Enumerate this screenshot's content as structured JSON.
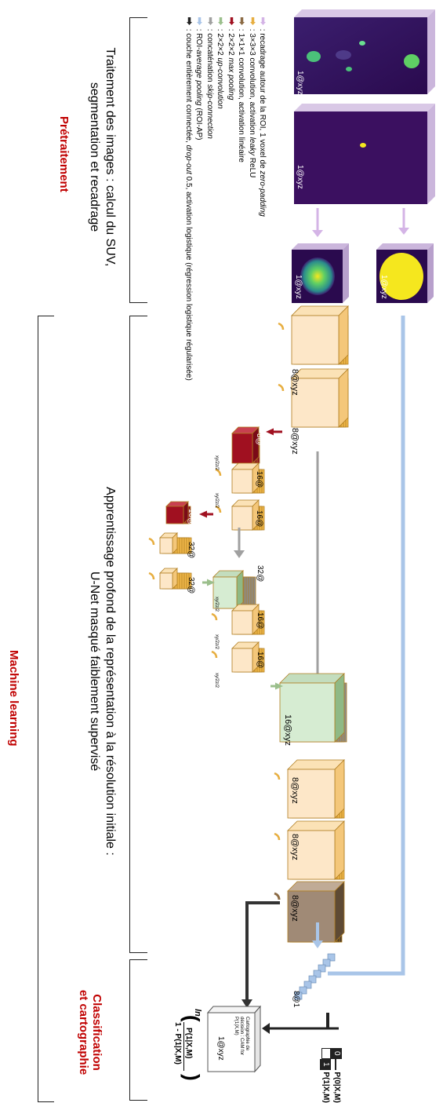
{
  "sections": {
    "pretraitement": {
      "title": "Prétraitement",
      "desc_line1": "Traitement des images : calcul du SUV,",
      "desc_line2": "segmentation et recadrage"
    },
    "machine_learning": {
      "title": "Machine learning",
      "desc_line1": "Apprentissage profond de la représentation à la résolution initiale :",
      "desc_line2": "U-Net masqué faiblement supervisé"
    },
    "classification": {
      "title_line1": "Classification",
      "title_line2": "et cartographie"
    }
  },
  "legend": [
    {
      "prefix": " : recadrage autour de la ROI, 1 voxel de ",
      "em": "zero-padding",
      "suffix": "",
      "color": "#d4b4e6",
      "icon": "arrow-down-icon"
    },
    {
      "prefix": " : 3×3×3 convolution, activation ",
      "em": "leaky",
      "suffix": " ReLU",
      "color": "#e7ae40",
      "icon": "curved-arrow-icon"
    },
    {
      "prefix": " : 1×1×1 convolution, activation linéaire",
      "em": "",
      "suffix": "",
      "color": "#8b6a44",
      "icon": "curved-arrow-icon"
    },
    {
      "prefix": " : 2×2×2 ",
      "em": "max pooling",
      "suffix": "",
      "color": "#a01020",
      "icon": "arrow-down-icon"
    },
    {
      "prefix": " : 2×2×2 ",
      "em": "up-convolution",
      "suffix": "",
      "color": "#9bbf8c",
      "icon": "arrow-up-icon"
    },
    {
      "prefix": " : concaténation ",
      "em": "skip-connection",
      "suffix": "",
      "color": "#a0a0a0",
      "icon": "arrow-right-icon"
    },
    {
      "prefix": " : ROI-",
      "em": "average pooling",
      "suffix": " (ROI-AP)",
      "color": "#a9c5e8",
      "icon": "arrow-right-icon"
    },
    {
      "prefix": " : couche entièrement connectée, ",
      "em": "drop-out",
      "suffix": " 0.5, activation logistique (régression logistique régularisée)",
      "color": "#222222",
      "icon": "arrow-right-icon"
    }
  ],
  "images": {
    "pet_top": "1@xyz",
    "mask_top": "1@xyz",
    "pet_crop": "1@xyz",
    "mask_crop": "1@xyz"
  },
  "blocks": {
    "enc1a": "8@xyz",
    "enc1b": "8@xyz",
    "pool1": "8@",
    "enc2a": "16@",
    "enc2b": "16@",
    "pool2": "16@",
    "enc3a": "32@",
    "enc3b": "32@",
    "up2": "32@",
    "dec2a": "16@",
    "dec2b": "16@",
    "up1": "16@xyz",
    "dec1a": "8@xyz",
    "dec1b": "8@xyz",
    "final": "8@xyz",
    "small_label": "xy/2z/2"
  },
  "classification_parts": {
    "vector_label": "8@1",
    "cam_title": "Cartographie de décision : CAM for P(1|X,M)",
    "cam_size": "1@xyz",
    "ln": "ln",
    "numerator": "P(1|X,M)",
    "denominator": "1 - P(1|X,M)",
    "out0_box": "0",
    "out0": "P(0|X,M)",
    "out1_box": "1",
    "out1": "P(1|X,M)"
  },
  "colors": {
    "encoder": "#fde7c8",
    "encoder_edge": "#e0a73a",
    "pooling": "#a01020",
    "upconv": "#d6ecd2",
    "skip": "#999999",
    "final": "#a08a76",
    "roi_ap": "#a9c5e8",
    "section_red": "#c00000"
  }
}
